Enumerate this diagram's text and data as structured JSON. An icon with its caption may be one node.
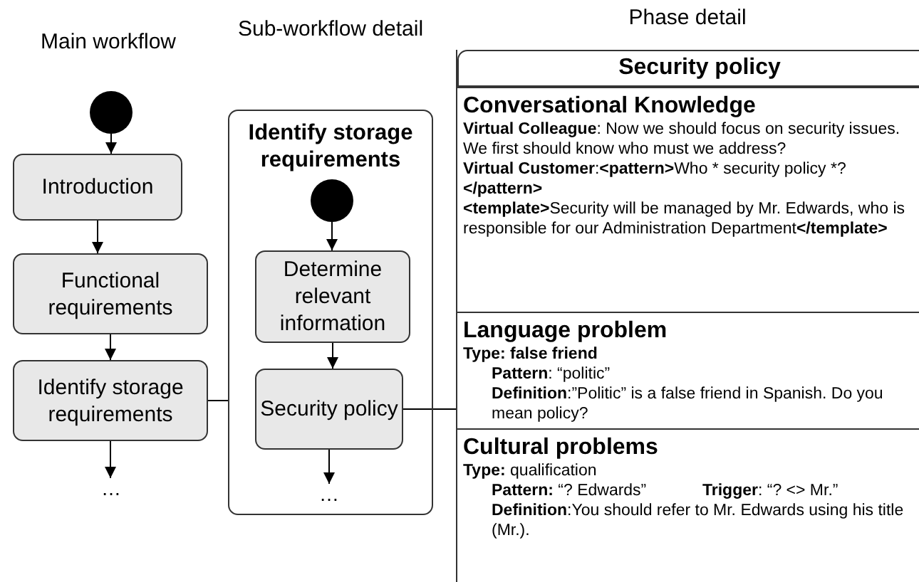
{
  "diagram": {
    "nodes": [
      {
        "text": [],
        "shape": "circle"
      },
      {
        "text": [
          "Introduction"
        ]
      },
      {
        "text": [
          "Functional requirements"
        ]
      },
      {
        "text": [
          "Identify storage requirements"
        ]
      },
      {
        "text": [
          "…"
        ]
      },
      {
        "text": [
          "Identify storage requirements"
        ]
      },
      {
        "text": [],
        "shape": "circle",
        "in": 5
      },
      {
        "text": [
          "Determine relevant information"
        ],
        "in": 5
      },
      {
        "text": [
          "Security policy"
        ],
        "in": 5
      },
      {
        "text": [
          "…"
        ],
        "in": 5
      },
      {
        "text": [
          "Security policy"
        ]
      },
      {
        "text": [
          "Conversational Knowledge",
          "**Virtual Colleague**: Now we should focus on security issues. We first should know who must we address?",
          "**Virtual Customer**:**<pattern>**Who * security policy *?**</pattern>**",
          "**<template>**Security will be managed by Mr. Edwards, who is responsible for our Administration Department**</template>**"
        ],
        "in": 10
      },
      {
        "text": [
          "Language problem",
          "Type: false friend",
          "**Pattern**: “politic”",
          "**Definition**:”Politic” is a false friend in Spanish. Do you mean policy?"
        ],
        "in": 10
      },
      {
        "text": [
          "Cultural problems",
          "**Type:** qualification",
          "**Pattern:** “? Edwards”",
          "**Trigger**: “? <> Mr.”",
          "**Definition**:You should refer to Mr. Edwards using his title (Mr.)."
        ],
        "in": 10
      }
    ],
    "edges": [
      {
        "from": 0,
        "to": 1,
        "arrow": "to"
      },
      {
        "from": 1,
        "to": 2,
        "arrow": "to"
      },
      {
        "from": 2,
        "to": 3,
        "arrow": "to"
      },
      {
        "from": 3,
        "to": 4,
        "arrow": "to"
      },
      {
        "from": 3,
        "to": 5,
        "arrow": "none"
      },
      {
        "from": 6,
        "to": 7,
        "arrow": "to"
      },
      {
        "from": 7,
        "to": 8,
        "arrow": "to"
      },
      {
        "from": 8,
        "to": 9,
        "arrow": "to"
      },
      {
        "from": 8,
        "to": 10,
        "arrow": "none"
      }
    ],
    "labels": [
      "Main workflow",
      "Sub-workflow detail",
      "Phase detail"
    ]
  }
}
